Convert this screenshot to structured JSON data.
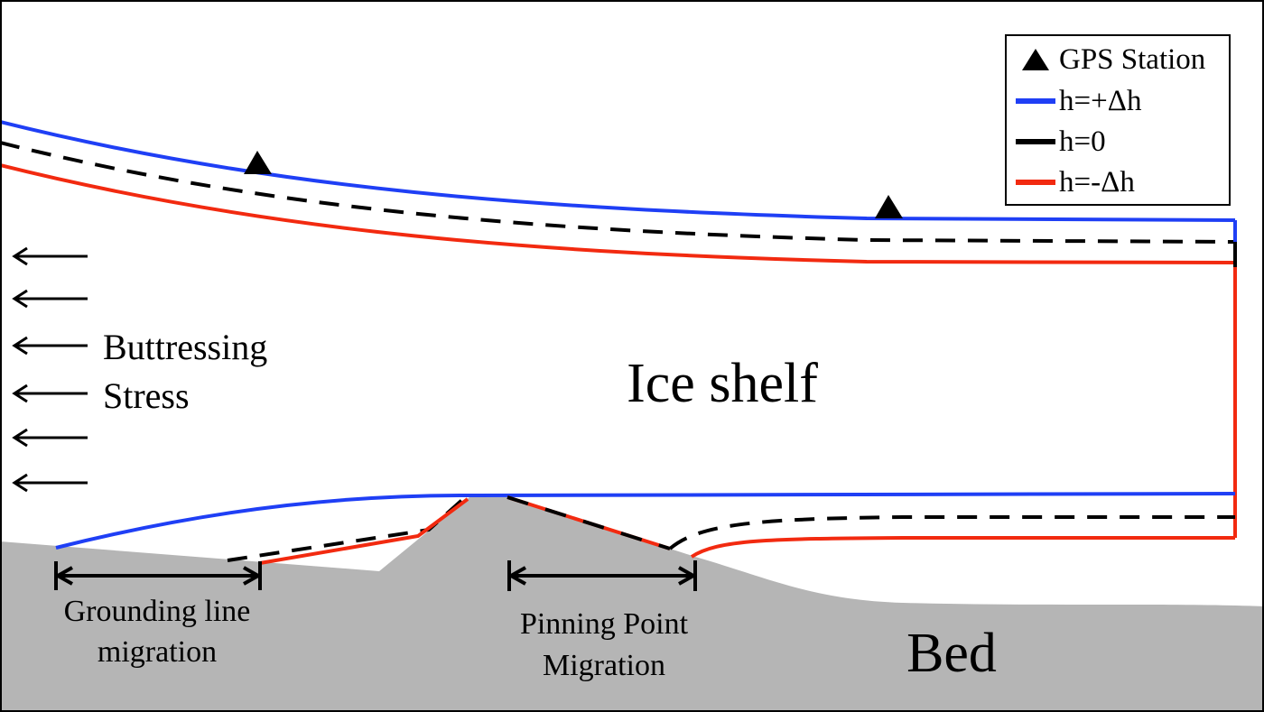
{
  "legend": {
    "items": [
      {
        "label": "GPS Station",
        "symbol": "triangle",
        "color": "#000000"
      },
      {
        "label": "h=+Δh",
        "symbol": "line",
        "color": "#1f3ff5"
      },
      {
        "label": "h=0",
        "symbol": "line",
        "color": "#000000"
      },
      {
        "label": "h=-Δh",
        "symbol": "line",
        "color": "#f22a10"
      }
    ]
  },
  "labels": {
    "ice_shelf": "Ice shelf",
    "bed": "Bed",
    "buttressing_line1": "Buttressing",
    "buttressing_line2": "Stress",
    "grounding_line1": "Grounding line",
    "grounding_line2": "migration",
    "pinning_line1": "Pinning Point",
    "pinning_line2": "Migration"
  },
  "colors": {
    "bed": "#b5b5b5",
    "positive": "#1f3ff5",
    "neutral": "#000000",
    "negative": "#f22a10"
  }
}
